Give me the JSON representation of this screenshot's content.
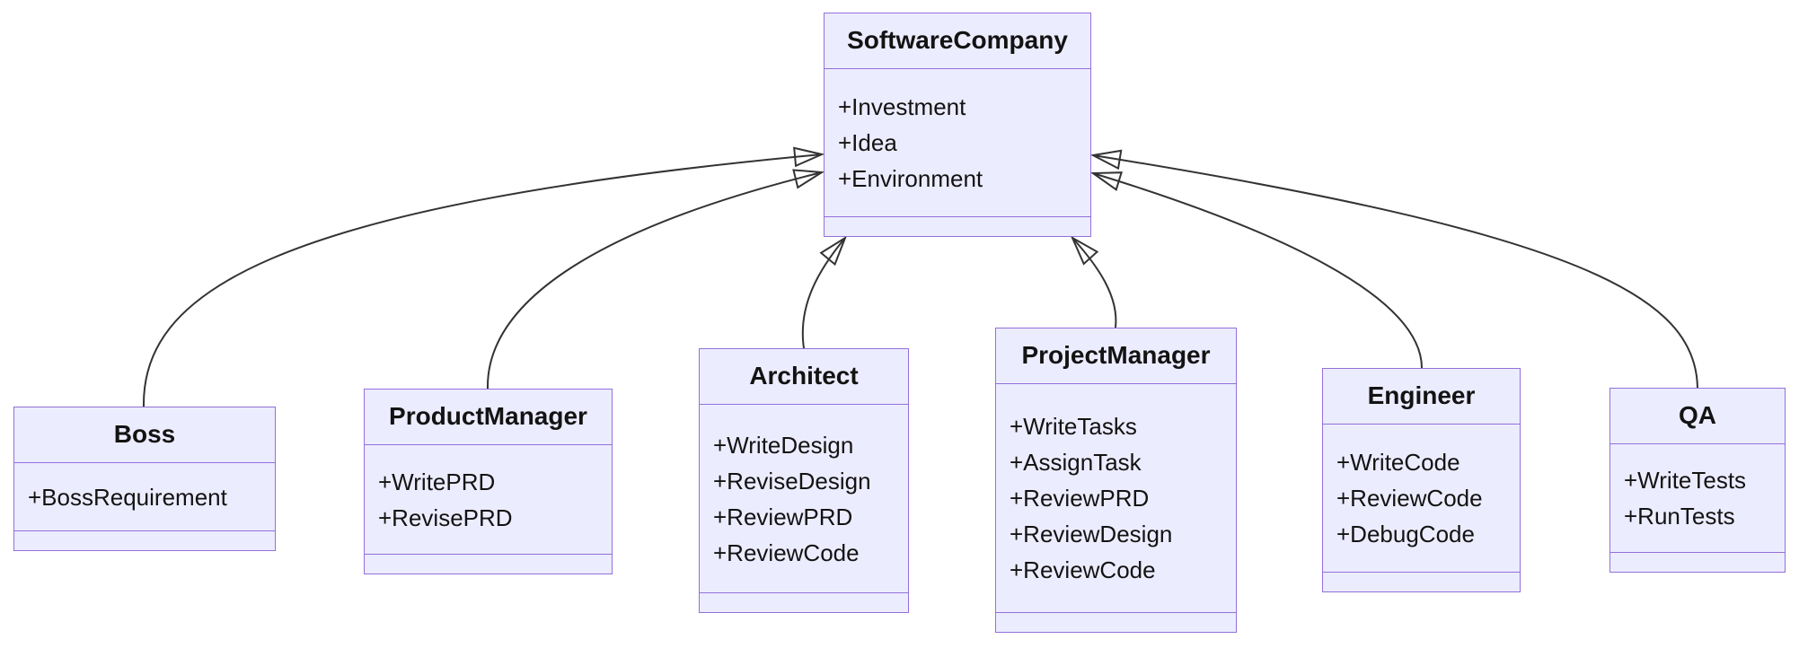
{
  "diagram": {
    "type": "uml-class-diagram",
    "background": "#ffffff",
    "colors": {
      "node_fill": "#ECECFF",
      "node_border": "#9370DB",
      "edge_line": "#333333",
      "arrowhead_fill": "#ECECFF",
      "text": "#131313"
    },
    "classes": [
      {
        "name": "SoftwareCompany",
        "attributes": [
          "+Investment",
          "+Idea",
          "+Environment"
        ],
        "methods": []
      },
      {
        "name": "Boss",
        "attributes": [
          "+BossRequirement"
        ],
        "methods": []
      },
      {
        "name": "ProductManager",
        "attributes": [
          "+WritePRD",
          "+RevisePRD"
        ],
        "methods": []
      },
      {
        "name": "Architect",
        "attributes": [
          "+WriteDesign",
          "+ReviseDesign",
          "+ReviewPRD",
          "+ReviewCode"
        ],
        "methods": []
      },
      {
        "name": "ProjectManager",
        "attributes": [
          "+WriteTasks",
          "+AssignTask",
          "+ReviewPRD",
          "+ReviewDesign",
          "+ReviewCode"
        ],
        "methods": []
      },
      {
        "name": "Engineer",
        "attributes": [
          "+WriteCode",
          "+ReviewCode",
          "+DebugCode"
        ],
        "methods": []
      },
      {
        "name": "QA",
        "attributes": [
          "+WriteTests",
          "+RunTests"
        ],
        "methods": []
      }
    ],
    "relations": [
      {
        "from": "Boss",
        "to": "SoftwareCompany",
        "type": "inheritance"
      },
      {
        "from": "ProductManager",
        "to": "SoftwareCompany",
        "type": "inheritance"
      },
      {
        "from": "Architect",
        "to": "SoftwareCompany",
        "type": "inheritance"
      },
      {
        "from": "ProjectManager",
        "to": "SoftwareCompany",
        "type": "inheritance"
      },
      {
        "from": "Engineer",
        "to": "SoftwareCompany",
        "type": "inheritance"
      },
      {
        "from": "QA",
        "to": "SoftwareCompany",
        "type": "inheritance"
      }
    ]
  }
}
